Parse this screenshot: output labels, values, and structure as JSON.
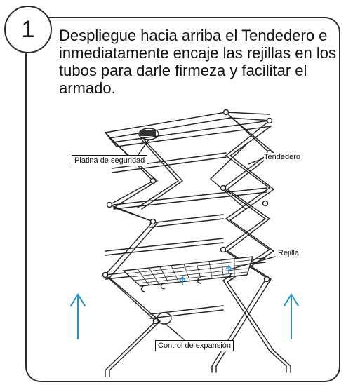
{
  "step": {
    "number": "1",
    "instruction": "Despliegue hacia arriba el Tendedero e inmediatamente encaje las rejillas en los tubos para darle firmeza y facilitar el armado."
  },
  "labels": {
    "safety_plate": "Platina de seguridad",
    "rack": "Tendedero",
    "grid": "Rejilla",
    "expansion_control": "Control de expansión"
  },
  "colors": {
    "arrow": "#2a8fc8",
    "frame": "#2a2a2a"
  }
}
